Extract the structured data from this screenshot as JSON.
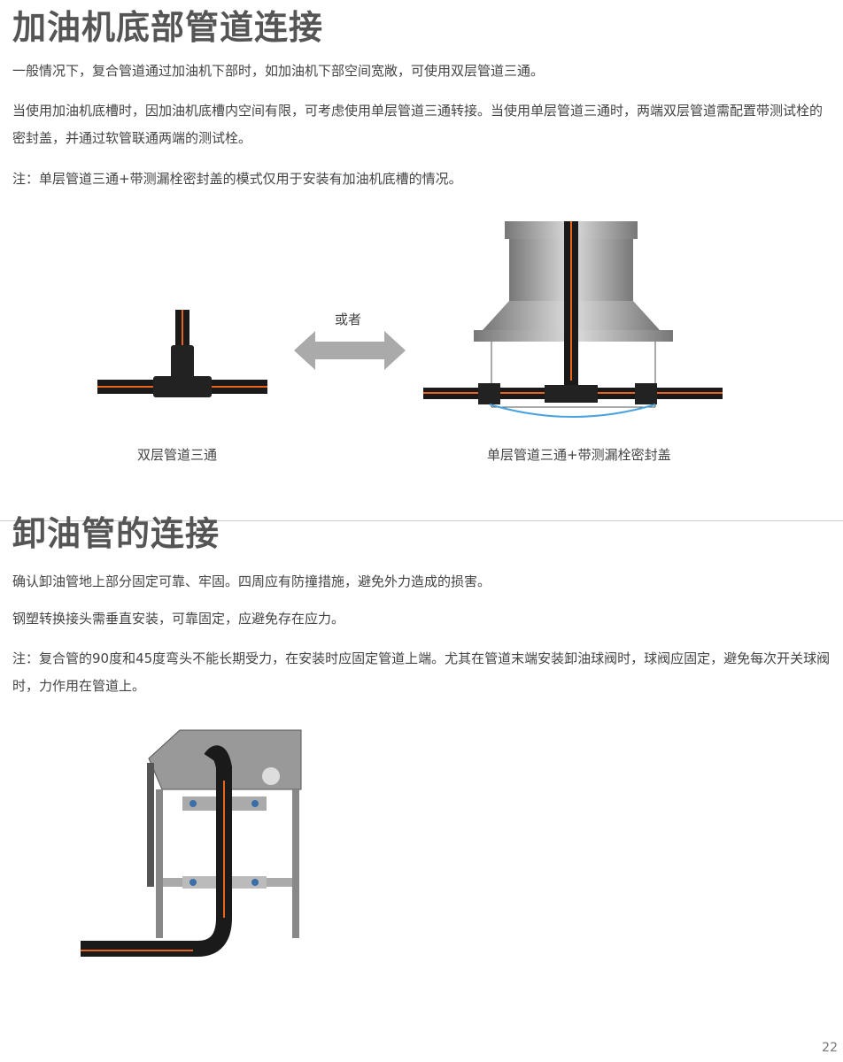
{
  "section1": {
    "title": "加油机底部管道连接",
    "paragraphs": [
      "一般情况下，复合管道通过加油机下部时，如加油机下部空间宽敞，可使用双层管道三通。",
      "当使用加油机底槽时，因加油机底槽内空间有限，可考虑使用单层管道三通转接。当使用单层管道三通时，两端双层管道需配置带测试栓的密封盖，并通过软管联通两端的测试栓。",
      "注：单层管道三通+带测漏栓密封盖的模式仅用于安装有加油机底槽的情况。"
    ],
    "figure": {
      "or_label": "或者",
      "left_caption": "双层管道三通",
      "right_caption": "单层管道三通+带测漏栓密封盖"
    }
  },
  "section2": {
    "title": "卸油管的连接",
    "paragraphs": [
      "确认卸油管地上部分固定可靠、牢固。四周应有防撞措施，避免外力造成的损害。",
      "钢塑转换接头需垂直安装，可靠固定，应避免存在应力。",
      "注：复合管的90度和45度弯头不能长期受力，在安装时应固定管道上端。尤其在管道末端安装卸油球阀时，球阀应固定，避免每次开关球阀时，力作用在管道上。"
    ]
  },
  "page_number": "22",
  "colors": {
    "pipe": "#1a1a1a",
    "stripe": "#e8641e",
    "hose": "#4aa3df"
  }
}
